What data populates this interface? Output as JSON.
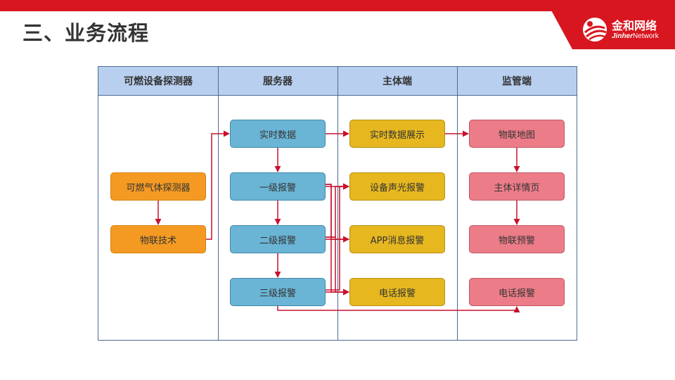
{
  "page": {
    "title": "三、业务流程"
  },
  "logo": {
    "cn": "金和网络",
    "en_bold": "Jinher",
    "en_rest": "Network"
  },
  "colors": {
    "accent": "#d8161f",
    "header": "#b8cff0",
    "orange": "#f49a23",
    "blue": "#6ab4d5",
    "yellow": "#e6b71f",
    "pink": "#ec7c88",
    "arrow": "#c8102e"
  },
  "lanes": [
    {
      "title": "可燃设备探测器"
    },
    {
      "title": "服务器"
    },
    {
      "title": "主体端"
    },
    {
      "title": "监管端"
    }
  ],
  "nodes": {
    "detector": "可燃气体探测器",
    "iot_tech": "物联技术",
    "realtime_data": "实时数据",
    "alarm_level1": "一级报警",
    "alarm_level2": "二级报警",
    "alarm_level3": "三级报警",
    "realtime_display": "实时数据展示",
    "sound_light_alarm": "设备声光报警",
    "app_message_alarm": "APP消息报警",
    "phone_alarm_main": "电话报警",
    "iot_map": "物联地图",
    "entity_detail": "主体详情页",
    "iot_warning": "物联预警",
    "phone_alarm_supervision": "电话报警"
  }
}
